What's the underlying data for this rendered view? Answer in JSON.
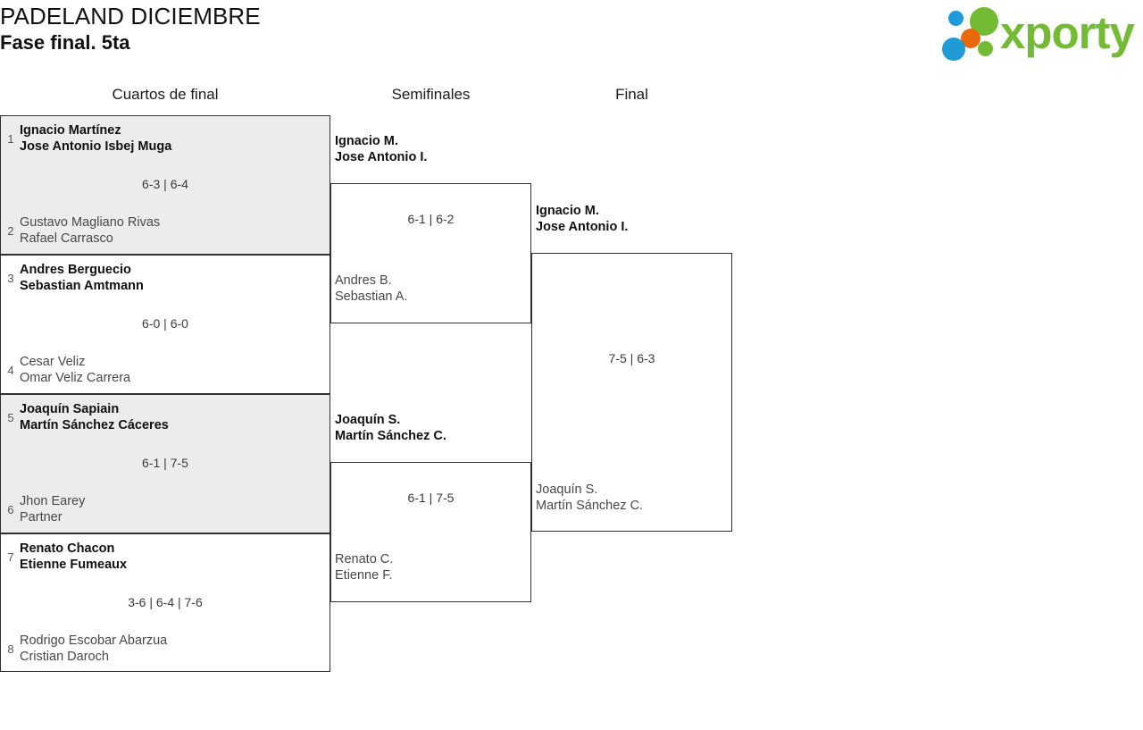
{
  "header": {
    "tournament_name": "PADELAND DICIEMBRE",
    "phase": "Fase final. 5ta",
    "logo": {
      "wordmark": "xporty",
      "dot_colors": {
        "blue": "#1f9bd7",
        "orange": "#e8690b",
        "green": "#74bb35"
      },
      "text_color": "#74bb35"
    }
  },
  "rounds": [
    {
      "id": "quarterfinals",
      "label": "Cuartos de final"
    },
    {
      "id": "semifinals",
      "label": "Semifinales"
    },
    {
      "id": "final",
      "label": "Final"
    }
  ],
  "quarterfinals": [
    {
      "score": "6-3 | 6-4",
      "shaded": true,
      "top": {
        "seed": "1",
        "player1": "Ignacio Martínez",
        "player2": "Jose Antonio Isbej Muga",
        "winner": true
      },
      "bottom": {
        "seed": "2",
        "player1": "Gustavo Magliano Rivas",
        "player2": "Rafael Carrasco",
        "winner": false
      }
    },
    {
      "score": "6-0 | 6-0",
      "shaded": false,
      "top": {
        "seed": "3",
        "player1": "Andres Berguecio",
        "player2": "Sebastian Amtmann",
        "winner": true
      },
      "bottom": {
        "seed": "4",
        "player1": "Cesar Veliz",
        "player2": "Omar Veliz Carrera",
        "winner": false
      }
    },
    {
      "score": "6-1 | 7-5",
      "shaded": true,
      "top": {
        "seed": "5",
        "player1": "Joaquín Sapiain",
        "player2": "Martín Sánchez Cáceres",
        "winner": true
      },
      "bottom": {
        "seed": "6",
        "player1": "Jhon Earey",
        "player2": "Partner",
        "winner": false
      }
    },
    {
      "score": "3-6 | 6-4 | 7-6",
      "shaded": false,
      "top": {
        "seed": "7",
        "player1": "Renato Chacon",
        "player2": "Etienne Fumeaux",
        "winner": true
      },
      "bottom": {
        "seed": "8",
        "player1": "Rodrigo Escobar Abarzua",
        "player2": "Cristian Daroch",
        "winner": false
      }
    }
  ],
  "semifinals": [
    {
      "score": "6-1 | 6-2",
      "top": {
        "player1": "Ignacio M.",
        "player2": "Jose Antonio I.",
        "winner": true
      },
      "bottom": {
        "player1": "Andres B.",
        "player2": "Sebastian A.",
        "winner": false
      }
    },
    {
      "score": "6-1 | 7-5",
      "top": {
        "player1": "Joaquín S.",
        "player2": "Martín Sánchez C.",
        "winner": true
      },
      "bottom": {
        "player1": "Renato C.",
        "player2": "Etienne F.",
        "winner": false
      }
    }
  ],
  "final": [
    {
      "score": "7-5 | 6-3",
      "top": {
        "player1": "Ignacio M.",
        "player2": "Jose Antonio I.",
        "winner": true
      },
      "bottom": {
        "player1": "Joaquín S.",
        "player2": "Martín Sánchez C.",
        "winner": false
      }
    }
  ]
}
